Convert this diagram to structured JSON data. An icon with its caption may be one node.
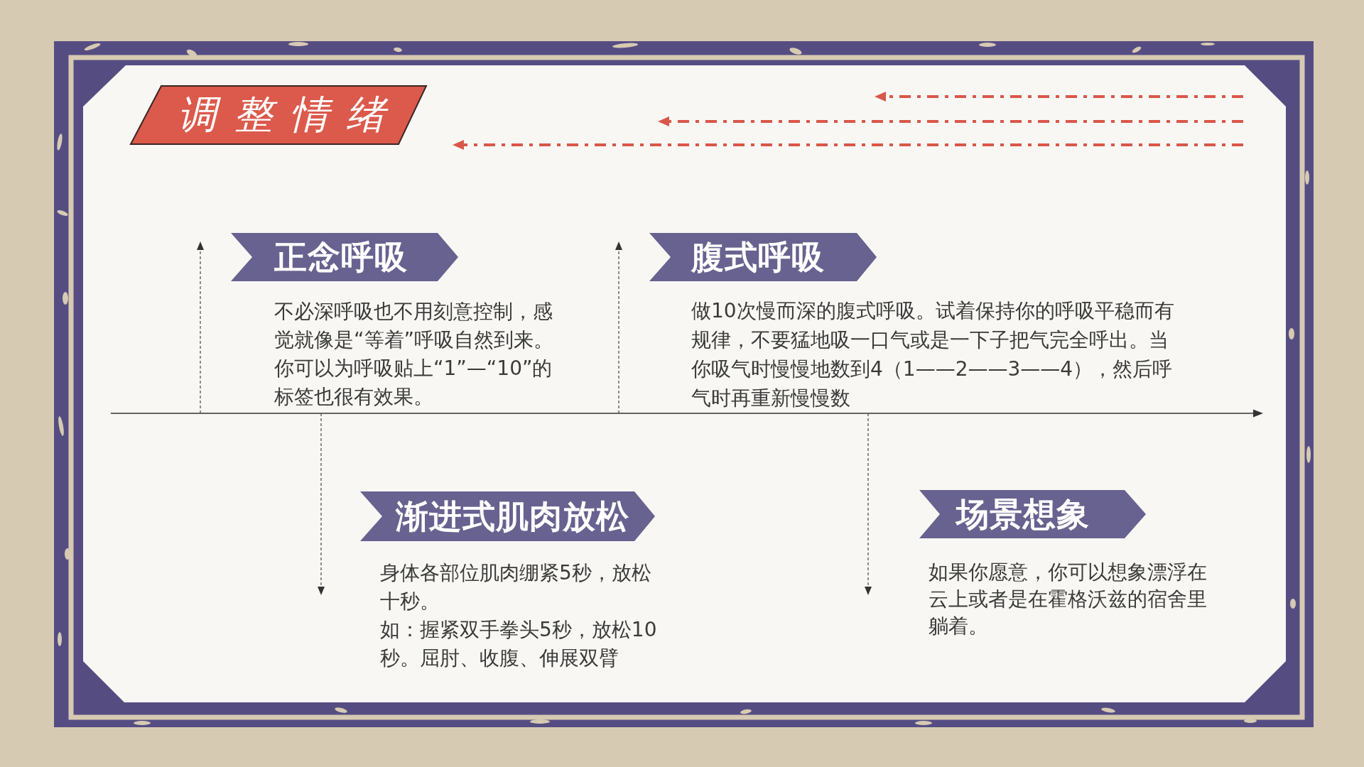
{
  "diagram": {
    "nodes": [
      {
        "text": [
          "调整情绪"
        ]
      },
      {
        "text": [
          "正念呼吸"
        ],
        "beside": [
          "不必深呼吸也不用刻意控制，感觉就像是“等着”呼吸自然到来。你可以为呼吸贴上“1”—“10”的标签也很有效果。"
        ]
      },
      {
        "text": [
          "腹式呼吸"
        ],
        "beside": [
          "做10次慢而深的腹式呼吸。试着保持你的呼吸平稳而有规律，不要猛地吸一口气或是一下子把气完全呼出。当你吸气时慢慢地数到4（1——2——3——4），然后呼气时再重新慢慢数"
        ]
      },
      {
        "text": [
          "渐进式肌肉放松"
        ],
        "beside": [
          "身体各部位肌肉绷紧5秒，放松十秒。",
          "如：握紧双手拳头5秒，放松10秒。屈肘、收腹、伸展双臂"
        ]
      },
      {
        "text": [
          "场景想象"
        ],
        "beside": [
          "如果你愿意，你可以想象漂浮在云上或者是在霍格沃兹的宿舍里躺着。"
        ]
      }
    ]
  }
}
